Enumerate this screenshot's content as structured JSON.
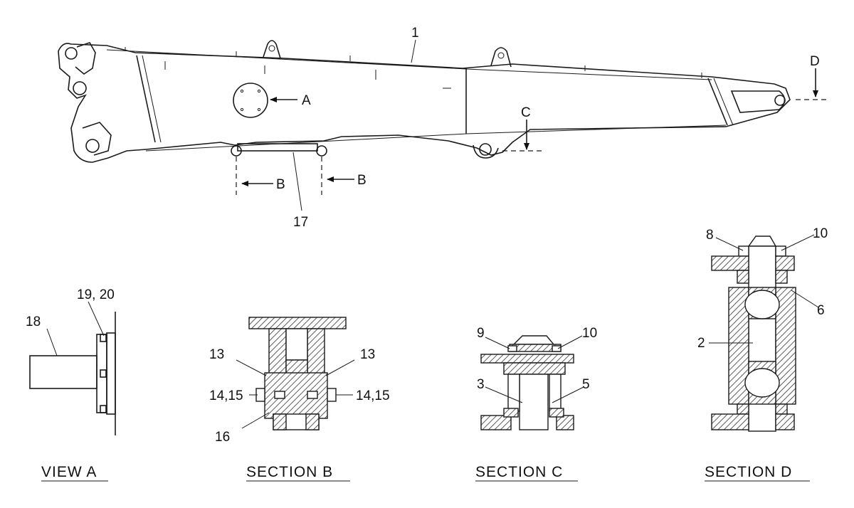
{
  "callouts": {
    "part_1": "1",
    "view_a_arrow": "A",
    "section_b_left": "B",
    "section_b_right": "B",
    "section_c_arrow": "C",
    "section_d_arrow": "D",
    "part_17": "17",
    "part_18": "18",
    "part_19_20": "19, 20",
    "part_13_left": "13",
    "part_13_right": "13",
    "part_14_15_left": "14,15",
    "part_14_15_right": "14,15",
    "part_16": "16",
    "part_9": "9",
    "part_10_c": "10",
    "part_3": "3",
    "part_5": "5",
    "part_8": "8",
    "part_10_d": "10",
    "part_6": "6",
    "part_2": "2"
  },
  "captions": {
    "view_a": "VIEW  A",
    "section_b": "SECTION  B",
    "section_c": "SECTION  C",
    "section_d": "SECTION  D"
  }
}
